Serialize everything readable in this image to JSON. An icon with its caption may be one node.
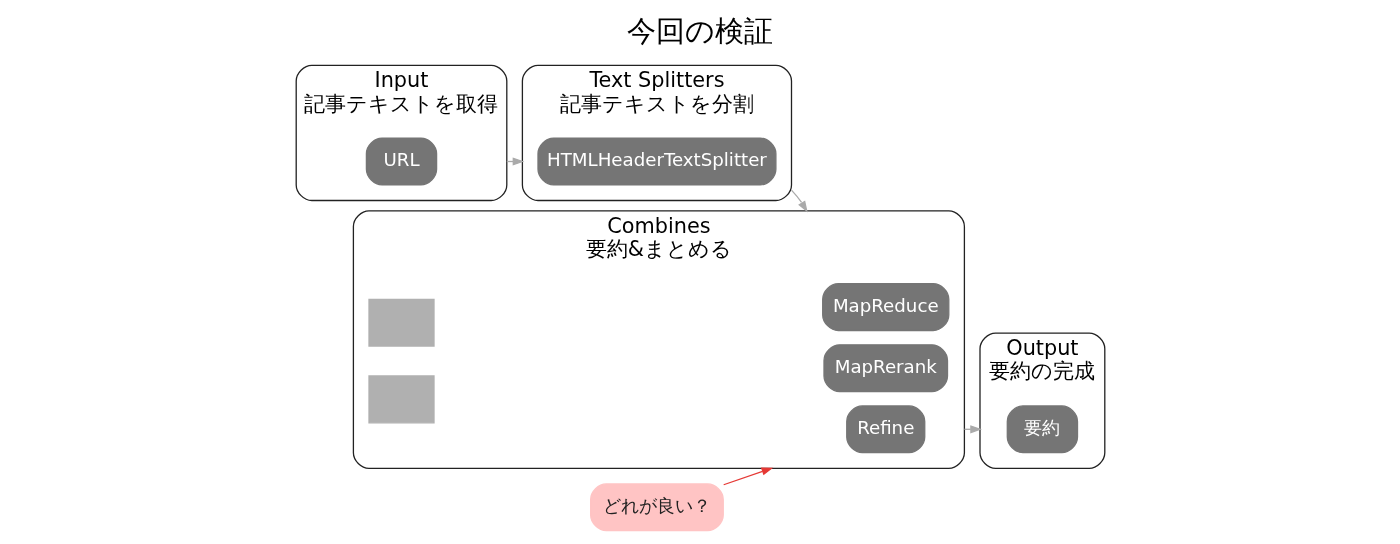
{
  "diagram": {
    "title": "今回の検証",
    "nodes": [
      {
        "text": [
          "Input",
          "記事テキストを取得"
        ]
      },
      {
        "text": [
          "URL"
        ],
        "in": 0
      },
      {
        "text": [
          "Text Splitters",
          "記事テキストを分割"
        ]
      },
      {
        "text": [
          "HTMLHeaderTextSplitter"
        ],
        "in": 2
      },
      {
        "text": [
          "Combines",
          "要約&まとめる"
        ]
      },
      {
        "text": [
          "MapReduce"
        ],
        "in": 4
      },
      {
        "text": [
          "MapRerank"
        ],
        "in": 4
      },
      {
        "text": [
          "Refine"
        ],
        "in": 4
      },
      {
        "text": [],
        "shape": "box",
        "in": 4
      },
      {
        "text": [],
        "shape": "box",
        "in": 4
      },
      {
        "text": [
          "Output",
          "要約の完成"
        ]
      },
      {
        "text": [
          "要約"
        ],
        "in": 10
      },
      {
        "text": [
          "どれが良い？"
        ]
      }
    ],
    "edges": [
      {
        "from": 0,
        "to": 2,
        "arrow": "to"
      },
      {
        "from": 2,
        "to": 4,
        "arrow": "to"
      },
      {
        "from": 4,
        "to": 10,
        "arrow": "to"
      },
      {
        "from": 12,
        "to": 4,
        "arrow": "to",
        "color": "#e53935"
      }
    ]
  }
}
